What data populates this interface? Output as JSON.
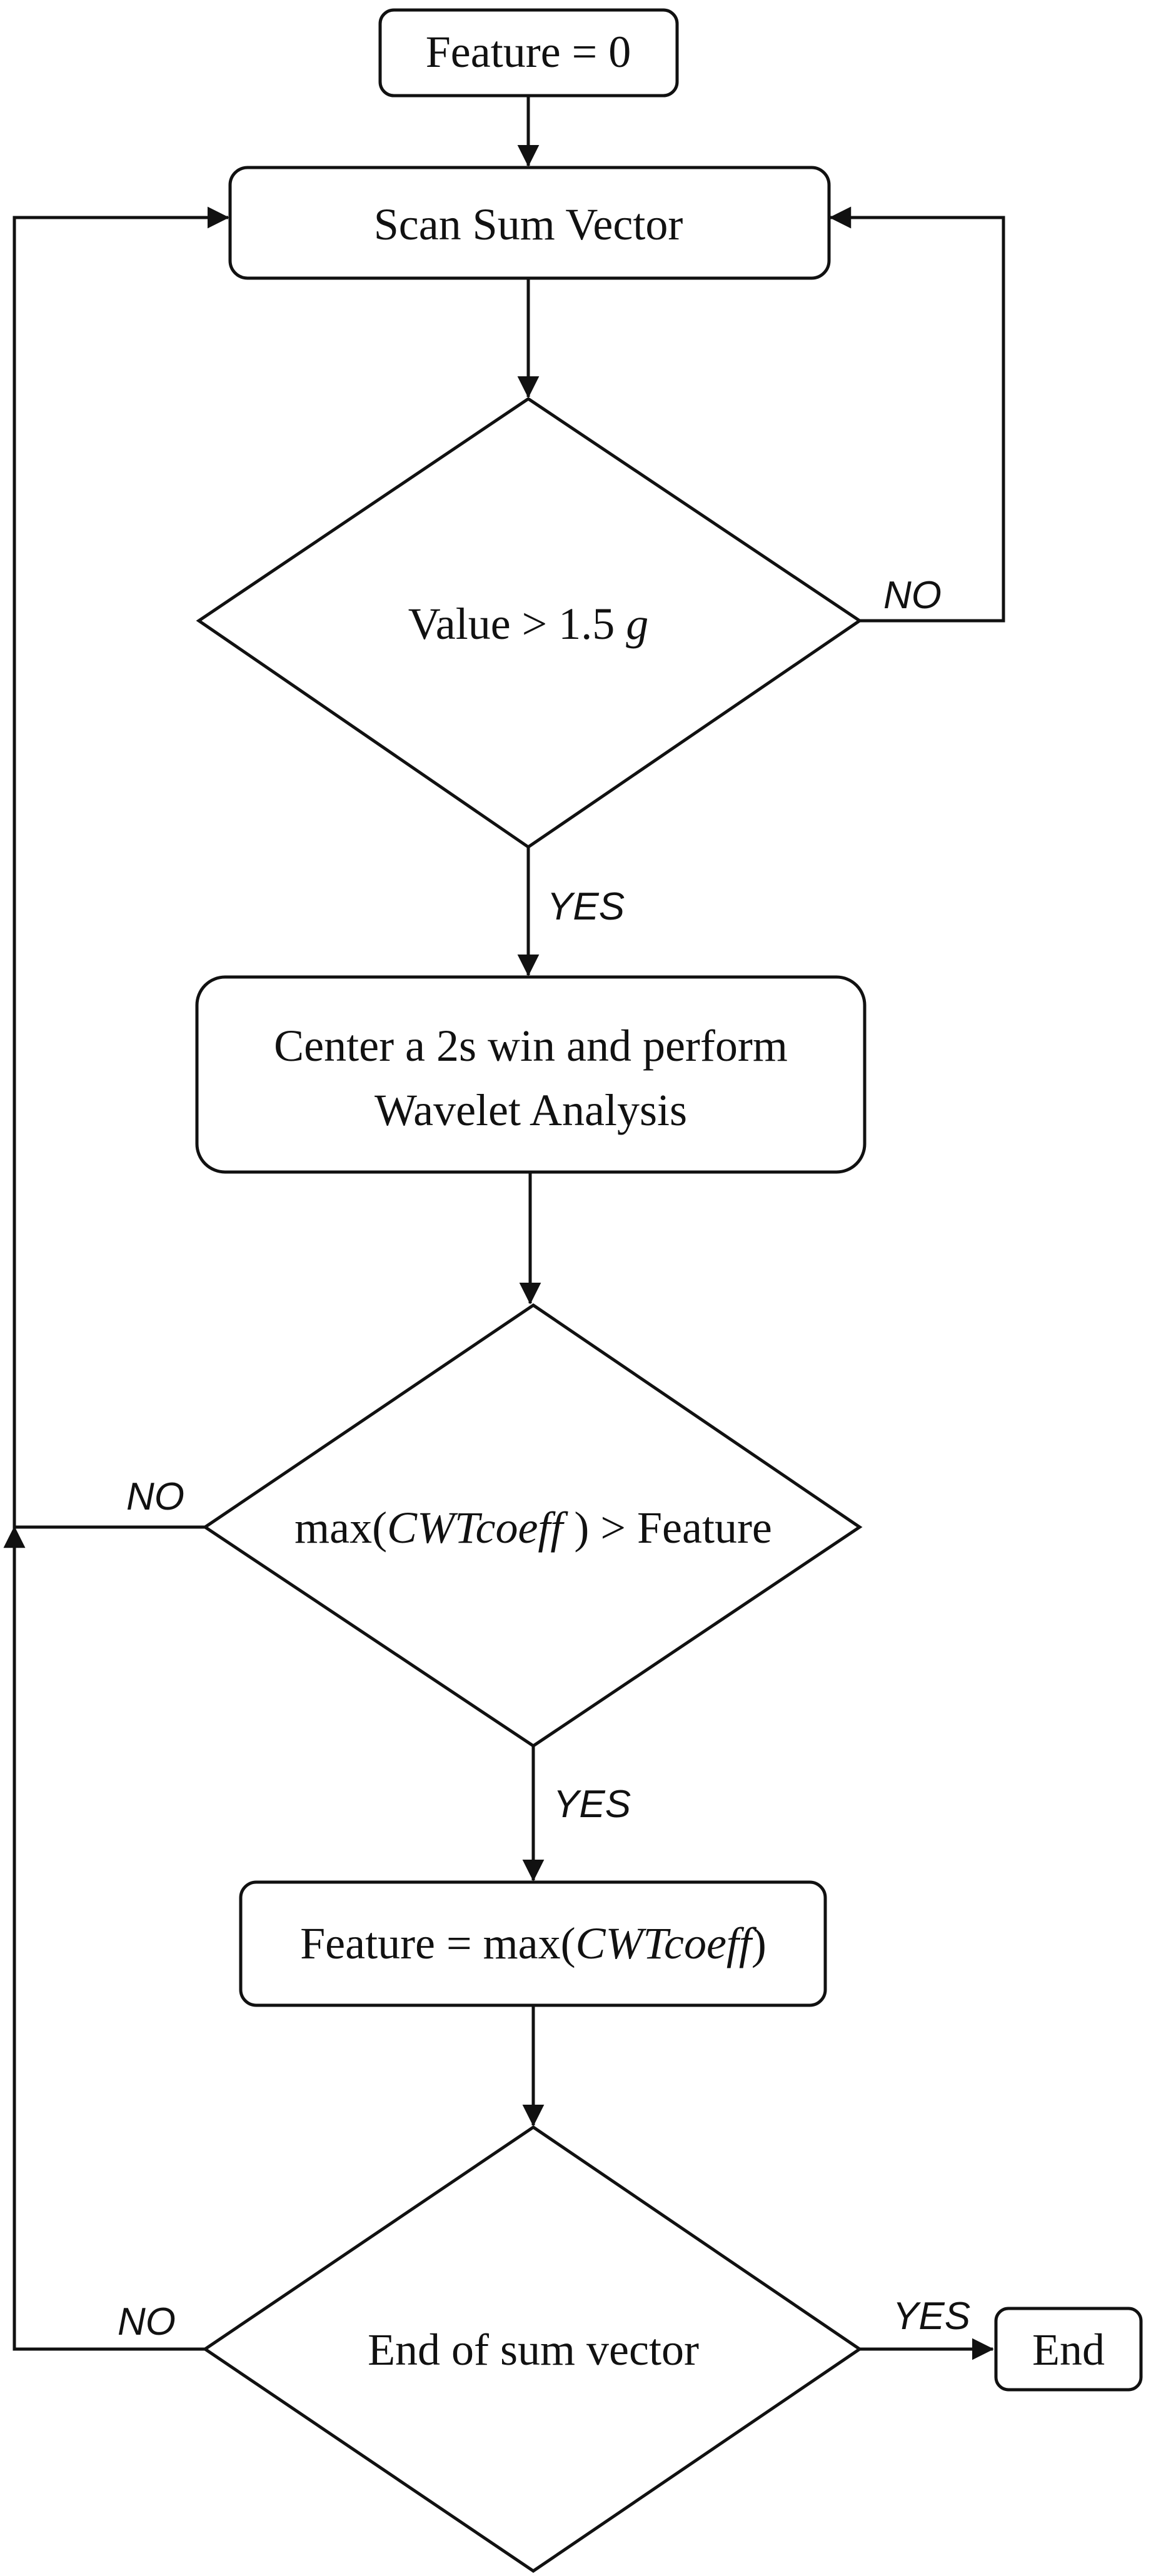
{
  "nodes": {
    "start": {
      "text": "Feature = 0"
    },
    "scan": {
      "text": "Scan  Sum Vector"
    },
    "decision1": {
      "prefix": "Value > 1.5 ",
      "italic": "g"
    },
    "wavelet": {
      "line1": "Center a 2s win and perform",
      "line2": "Wavelet Analysis"
    },
    "decision2": {
      "prefix": "max(",
      "italic": "CWTcoeff",
      "suffix": " ) > Feature"
    },
    "update": {
      "prefix": "Feature = max(",
      "italic": "CWTcoeff",
      "suffix": ")"
    },
    "decision3": {
      "text": "End of sum vector"
    },
    "end": {
      "text": "End"
    }
  },
  "edge_labels": {
    "d1_no": "NO",
    "d1_yes": "YES",
    "d2_no": "NO",
    "d2_yes": "YES",
    "d3_no": "NO",
    "d3_yes": "YES"
  }
}
